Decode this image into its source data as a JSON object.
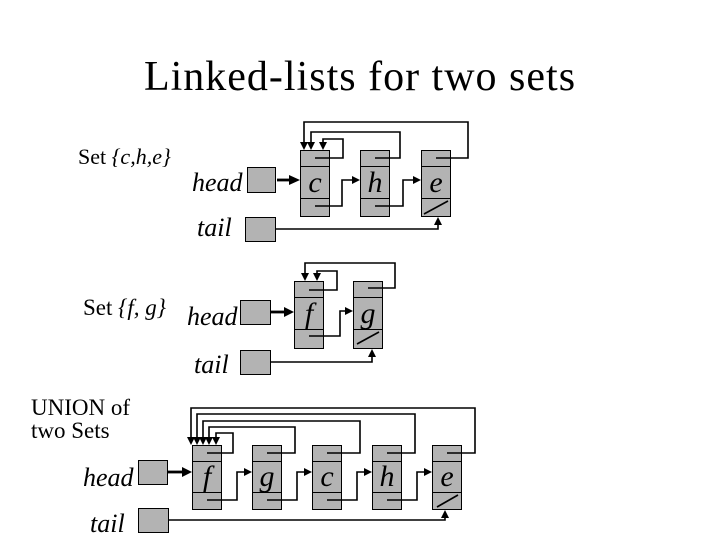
{
  "title": "Linked-lists for two sets",
  "colors": {
    "background": "#ffffff",
    "box_fill": "#b3b3b3",
    "line": "#000000",
    "text": "#000000"
  },
  "set1": {
    "label_word": "Set",
    "label_items": "{c,h,e}",
    "head_label": "head",
    "tail_label": "tail",
    "nodes": [
      "c",
      "h",
      "e"
    ]
  },
  "set2": {
    "label_word": "Set",
    "label_items": "{f, g}",
    "head_label": "head",
    "tail_label": "tail",
    "nodes": [
      "f",
      "g"
    ]
  },
  "union": {
    "label_line1": "UNION of",
    "label_line2": "two Sets",
    "head_label": "head",
    "tail_label": "tail",
    "nodes": [
      "f",
      "g",
      "c",
      "h",
      "e"
    ]
  }
}
